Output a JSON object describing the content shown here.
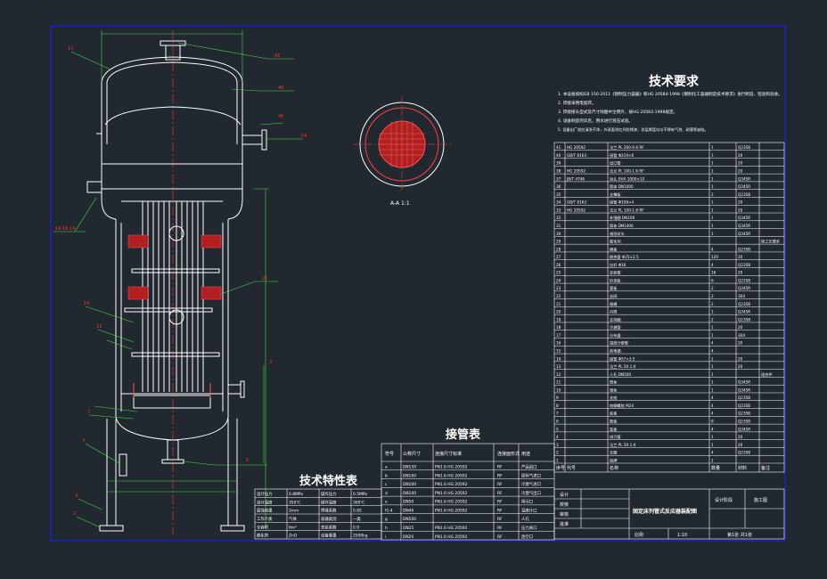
{
  "sheet": {
    "tech_req_title": "技术要求",
    "tech_req_lines": [
      "1. 本设备按照GB 150-2011《钢制压力容器》和HG 20584-1998《钢制化工容器制造技术要求》进行制造、检验和验收。",
      "2. 焊接采用电弧焊。",
      "3. 焊接接头型式及尺寸除图中注明外，按HG 20583-1998规定。",
      "4. 设备制造完毕后，用水进行液压试验。",
      "5. 设备出厂前应清洗干净，外表面涂红丹防锈漆，涂层厚度均匀不得有气泡、剥落等缺陷。"
    ],
    "section_view_label": "A-A 1:1",
    "nozzle_table_title": "接管表",
    "nozzle_headers": [
      "符号",
      "公称尺寸",
      "连接尺寸标准",
      "连接面形式",
      "用途"
    ],
    "nozzle_rows": [
      [
        "a",
        "DN150",
        "PN1.6  HG 20592",
        "RF",
        "产品出口"
      ],
      [
        "b",
        "DN100",
        "PN1.6  HG 20592",
        "RF",
        "原料气进口"
      ],
      [
        "c",
        "DN100",
        "PN1.6  HG 20592",
        "RF",
        "冷激气进口"
      ],
      [
        "d",
        "DN100",
        "PN1.6  HG 20592",
        "RF",
        "冷激气出口"
      ],
      [
        "e",
        "DN50",
        "PN1.6  HG 20592",
        "RF",
        "排污口"
      ],
      [
        "f1-4",
        "DN40",
        "PN1.6  HG 20592",
        "RF",
        "温度计口"
      ],
      [
        "g",
        "DN500",
        "",
        "RF",
        "人孔"
      ],
      [
        "h",
        "DN25",
        "PN1.6  HG 20592",
        "RF",
        "压力表口"
      ],
      [
        "i",
        "DN20",
        "PN1.6  HG 20592",
        "RF",
        "放空口"
      ]
    ],
    "char_table_title": "技术特性表",
    "char_rows": [
      [
        "设计压力",
        "0.8MPa",
        "操作压力",
        "0.5MPa"
      ],
      [
        "设计温度",
        "350℃",
        "操作温度",
        "300℃"
      ],
      [
        "腐蚀裕量",
        "2mm",
        "焊缝系数",
        "0.85"
      ],
      [
        "工作介质",
        "气体",
        "容器类别",
        "一类"
      ],
      [
        "全容积",
        "6m³",
        "充装系数",
        "0.9"
      ],
      [
        "催化剂",
        "ZnO",
        "设备重量",
        "2500kg"
      ]
    ],
    "bom_rows": [
      [
        "41",
        "HG 20592",
        "法兰 PL 200-0.6 RF",
        "1",
        "Q235B",
        ""
      ],
      [
        "40",
        "GB/T 8163",
        "接管 Φ219×6",
        "1",
        "20",
        ""
      ],
      [
        "39",
        "",
        "出口管",
        "1",
        "20",
        ""
      ],
      [
        "38",
        "HG 20592",
        "法兰 PL 100-1.6 RF",
        "1",
        "20",
        ""
      ],
      [
        "37",
        "JB/T 4746",
        "封头 EHA 1000×10",
        "1",
        "Q345R",
        ""
      ],
      [
        "36",
        "",
        "筒体 DN1000",
        "1",
        "Q345R",
        ""
      ],
      [
        "35",
        "",
        "支撑板",
        "2",
        "Q235B",
        ""
      ],
      [
        "34",
        "GB/T 8163",
        "接管 Φ108×4",
        "1",
        "20",
        ""
      ],
      [
        "33",
        "HG 20592",
        "法兰 PL 100-1.6 RF",
        "1",
        "20",
        ""
      ],
      [
        "32",
        "",
        "补强圈 DN100",
        "1",
        "Q345R",
        ""
      ],
      [
        "31",
        "",
        "筒体 DN1400",
        "1",
        "Q345R",
        ""
      ],
      [
        "30",
        "",
        "锥形封头",
        "1",
        "Q345R",
        ""
      ],
      [
        "29",
        "",
        "催化剂",
        "",
        "",
        "按工艺要求"
      ],
      [
        "28",
        "",
        "隔板",
        "4",
        "Q235B",
        ""
      ],
      [
        "27",
        "",
        "换热管 Φ25×2.5",
        "120",
        "20",
        ""
      ],
      [
        "26",
        "",
        "拉杆 Φ16",
        "4",
        "Q235B",
        ""
      ],
      [
        "25",
        "",
        "定距管",
        "16",
        "20",
        ""
      ],
      [
        "24",
        "",
        "折流板",
        "6",
        "Q235B",
        ""
      ],
      [
        "23",
        "",
        "管板",
        "2",
        "Q345R",
        ""
      ],
      [
        "22",
        "",
        "丝网",
        "2",
        "304",
        ""
      ],
      [
        "21",
        "",
        "格栅",
        "2",
        "Q235B",
        ""
      ],
      [
        "20",
        "",
        "内筒",
        "1",
        "Q345R",
        ""
      ],
      [
        "19",
        "",
        "支持圈",
        "2",
        "Q235B",
        ""
      ],
      [
        "18",
        "",
        "冷激管",
        "1",
        "20",
        ""
      ],
      [
        "17",
        "",
        "分布器",
        "1",
        "304",
        ""
      ],
      [
        "16",
        "",
        "温度计套管",
        "4",
        "20",
        ""
      ],
      [
        "15",
        "",
        "热电偶",
        "4",
        "",
        ""
      ],
      [
        "14",
        "",
        "接管 Φ57×3.5",
        "1",
        "20",
        ""
      ],
      [
        "13",
        "",
        "法兰 PL 50-1.6",
        "1",
        "20",
        ""
      ],
      [
        "12",
        "",
        "人孔 DN500",
        "1",
        "",
        "组合件"
      ],
      [
        "11",
        "",
        "筒体",
        "1",
        "Q345R",
        ""
      ],
      [
        "10",
        "",
        "锥体",
        "1",
        "Q345R",
        ""
      ],
      [
        "9",
        "",
        "支座",
        "4",
        "Q235B",
        ""
      ],
      [
        "8",
        "",
        "地脚螺栓 M24",
        "4",
        "Q235B",
        ""
      ],
      [
        "7",
        "",
        "底板",
        "4",
        "Q235B",
        ""
      ],
      [
        "6",
        "",
        "筋板",
        "8",
        "Q235B",
        ""
      ],
      [
        "5",
        "",
        "垫板",
        "4",
        "Q345R",
        ""
      ],
      [
        "4",
        "",
        "排污管",
        "1",
        "20",
        ""
      ],
      [
        "3",
        "",
        "法兰 PL 50-1.6",
        "1",
        "20",
        ""
      ],
      [
        "2",
        "",
        "支腿",
        "4",
        "Q235B",
        ""
      ],
      [
        "1",
        "",
        "铭牌",
        "1",
        "",
        ""
      ]
    ],
    "bom_headers": [
      "序号",
      "代号",
      "名称",
      "数量",
      "材料",
      "备注"
    ],
    "title_block": {
      "drawing_name": "固定床列管式反应器装配图",
      "stage_label": "设计阶段",
      "stage_value": "施工图",
      "scale_label": "比例",
      "scale_value": "1:10",
      "sheet_label": "第1张  共1张",
      "rows": [
        "设计",
        "校核",
        "审核",
        "批准"
      ]
    }
  }
}
